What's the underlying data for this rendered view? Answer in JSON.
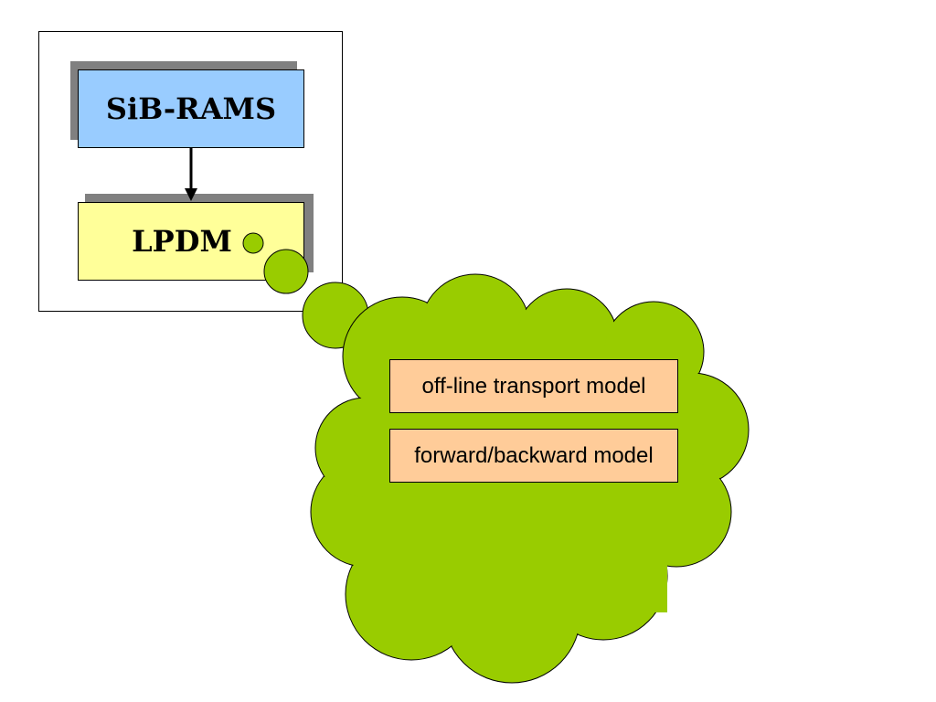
{
  "diagram": {
    "top_box": {
      "label": "SiB-RAMS",
      "fill": "#99ccff"
    },
    "bottom_box": {
      "label": "LPDM",
      "fill": "#ffff99"
    },
    "thought_cloud": {
      "fill": "#99cc00",
      "items": [
        {
          "label": "off-line transport model"
        },
        {
          "label": "forward/backward model"
        }
      ],
      "item_fill": "#ffcc99"
    },
    "frame_border": "#000000",
    "arrow_color": "#000000"
  }
}
